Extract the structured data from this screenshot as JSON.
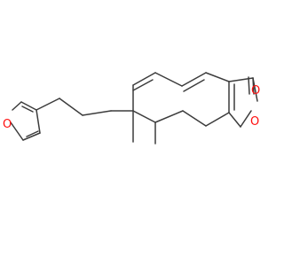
{
  "molecule": {
    "atoms": [
      {
        "id": "o_carbonyl",
        "label": "O",
        "color": "#ff0d0d"
      },
      {
        "id": "o_lactone",
        "label": "O",
        "color": "#ff0d0d"
      },
      {
        "id": "o_furan",
        "label": "O",
        "color": "#ff0d0d"
      }
    ],
    "colors": {
      "background": "#ffffff",
      "bond": "#3c3c3c",
      "oxygen": "#ff0d0d"
    }
  }
}
